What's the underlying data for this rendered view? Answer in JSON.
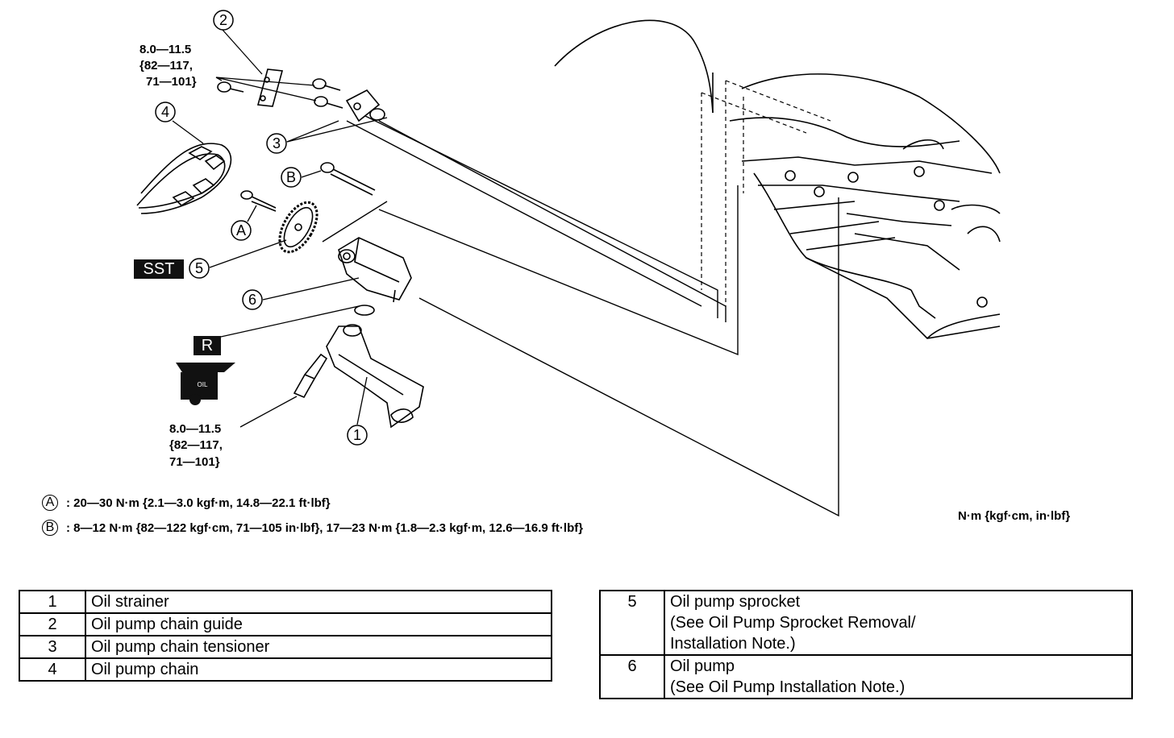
{
  "torque_labels": {
    "top": [
      "8.0—11.5",
      "{82—117,",
      "71—101}"
    ],
    "bottom": [
      "8.0—11.5",
      "{82—117,",
      "71—101}"
    ]
  },
  "callouts": {
    "c1": "1",
    "c2": "2",
    "c3": "3",
    "c4": "4",
    "c5": "5",
    "c6": "6",
    "cA": "A",
    "cB": "B"
  },
  "badges": {
    "sst": "SST",
    "r": "R",
    "oil": "OIL"
  },
  "legend": [
    {
      "letter": "A",
      "text": ": 20—30 N·m {2.1—3.0 kgf·m, 14.8—22.1 ft·lbf}"
    },
    {
      "letter": "B",
      "text": ": 8—12 N·m {82—122 kgf·cm, 71—105 in·lbf}, 17—23 N·m {1.8—2.3 kgf·m, 12.6—16.9 ft·lbf}"
    }
  ],
  "units": "N·m {kgf·cm, in·lbf}",
  "parts_left": [
    {
      "num": "1",
      "name": "Oil strainer"
    },
    {
      "num": "2",
      "name": "Oil pump chain guide"
    },
    {
      "num": "3",
      "name": "Oil pump chain tensioner"
    },
    {
      "num": "4",
      "name": "Oil pump chain"
    }
  ],
  "parts_right": [
    {
      "num": "5",
      "name": "Oil pump sprocket",
      "note1": "(See Oil Pump Sprocket Removal/",
      "note2": "Installation Note.)"
    },
    {
      "num": "6",
      "name": "Oil pump",
      "note1": "(See Oil Pump Installation Note.)"
    }
  ]
}
